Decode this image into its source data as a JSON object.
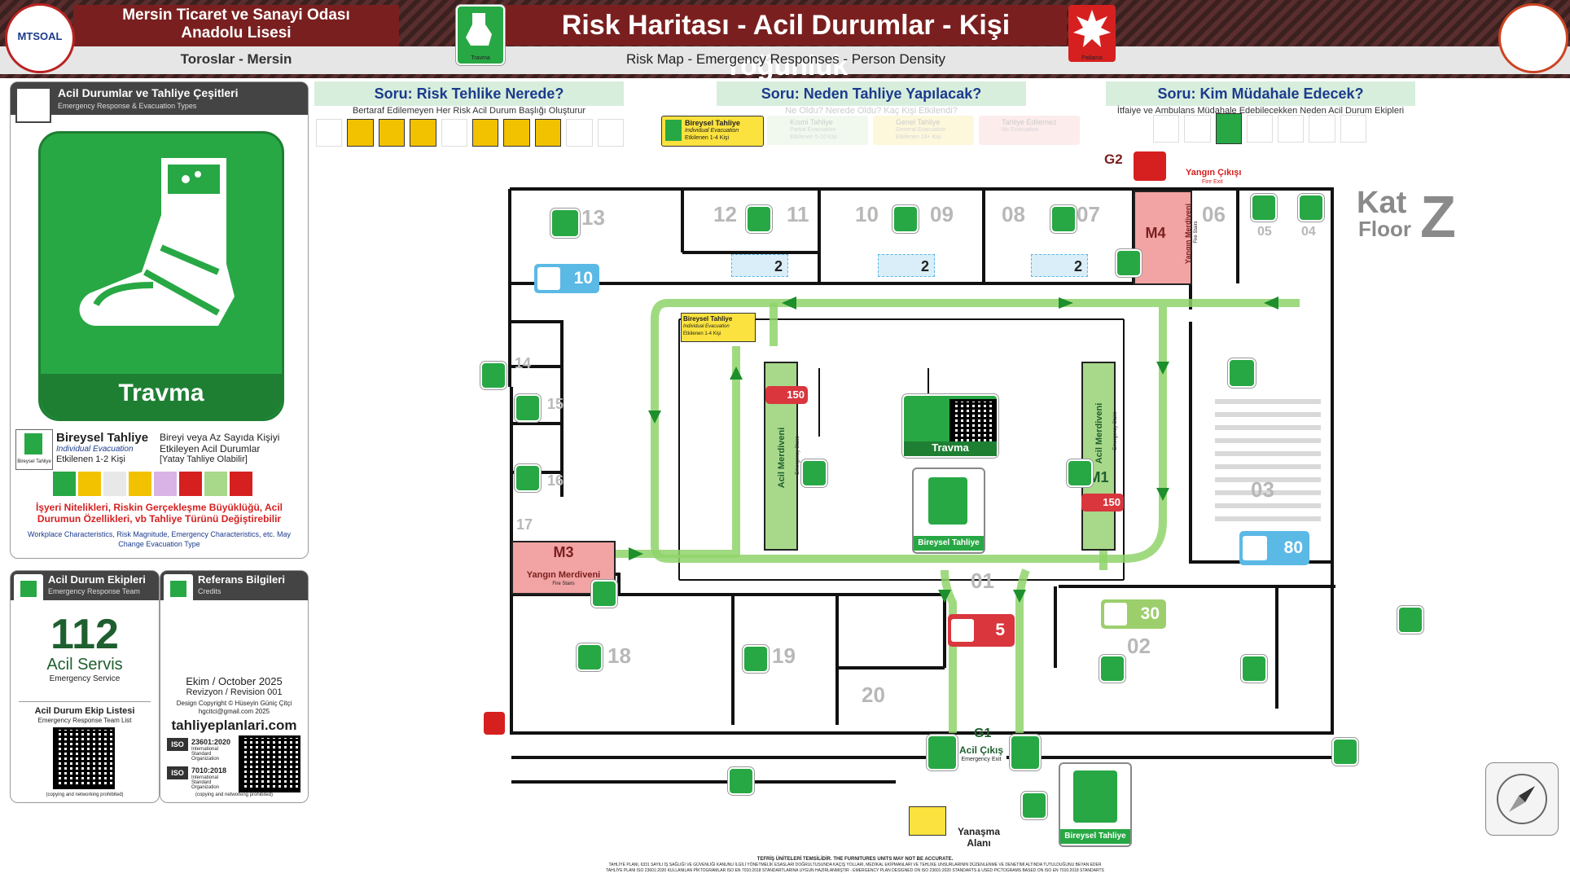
{
  "header": {
    "school_line1": "Mersin Ticaret ve Sanayi Odası",
    "school_line2": "Anadolu Lisesi",
    "location": "Toroslar - Mersin",
    "logo_text": "MTSOAL",
    "title": "Risk Haritası - Acil Durumlar - Kişi Yoğunluk",
    "subtitle": "Risk Map - Emergency Responses - Person Density",
    "left_icon_label": "Travma",
    "right_icon_label": "Patlama"
  },
  "left_panel": {
    "title": "Acil Durumlar ve Tahliye Çeşitleri",
    "subtitle": "Emergency Response & Evacuation Types",
    "big_icon_label": "Travma",
    "evac_title": "Bireysel Tahliye",
    "evac_sub_en": "Individual Evacuation",
    "evac_people": "Etkilenen 1-2 Kişi",
    "evac_icon_label": "Bireysel Tahliye",
    "evac_desc1": "Bireyi veya Az Sayıda Kişiyi",
    "evac_desc2": "Etkileyen Acil Durumlar",
    "evac_desc3": "[Yatay Tahliye Olabilir]",
    "warning_tr": "İşyeri Nitelikleri, Riskin Gerçekleşme Büyüklüğü, Acil Durumun Özellikleri, vb Tahliye Türünü Değiştirebilir",
    "warning_en": "Workplace Characteristics, Risk Magnitude, Emergency Characteristics, etc. May Change Evacuation Type"
  },
  "team_panel": {
    "title": "Acil Durum Ekipleri",
    "subtitle": "Emergency Response Team",
    "number": "112",
    "service": "Acil Servis",
    "service_en": "Emergency Service",
    "list_title": "Acil Durum Ekip Listesi",
    "list_sub": "Emergency Response Team List",
    "footnote": "(copying and networking prohibited)"
  },
  "ref_panel": {
    "title": "Referans Bilgileri",
    "subtitle": "Credits",
    "date": "Ekim / October 2025",
    "revision": "Revizyon / Revision 001",
    "design": "Design Copyright © Hüseyin Güniç Çitçi",
    "email": "hgcitci@gmail.com 2025",
    "website": "tahliyeplanlari.com",
    "iso1": "23601:2020",
    "iso1_sub": "International Standard Organization",
    "iso2": "7010:2018",
    "iso2_sub": "International Standard Organization",
    "footnote": "(copying and networking prohibited)"
  },
  "questions": [
    {
      "title": "Soru: Risk Tehlike Nerede?",
      "sub": "Bertaraf Edilemeyen Her Risk Acil Durum Başlığı Oluşturur"
    },
    {
      "title": "Soru: Neden Tahliye Yapılacak?",
      "sub": "Ne Oldu? Nerede Oldu? Kaç Kişi Etkilendi?"
    },
    {
      "title": "Soru: Kim Müdahale Edecek?",
      "sub": "İtfaiye ve Ambulans Müdahale Edebilecekken Neden Acil Durum Ekipleri Lazım"
    }
  ],
  "evac_types": [
    {
      "label": "Bireysel Tahliye",
      "sub": "Individual Evacuation",
      "people": "Etkilenen 1-4 Kişi",
      "active": true
    },
    {
      "label": "Kısmi Tahliye",
      "sub": "Partial Evacuation",
      "people": "Etkilenen 5-10 Kişi",
      "active": false
    },
    {
      "label": "Genel Tahliye",
      "sub": "General Evacuation",
      "people": "Etkilenen 10+ Kişi",
      "active": false
    },
    {
      "label": "Tahliye Edilemez",
      "sub": "No Evacuation",
      "people": "",
      "active": false
    }
  ],
  "floor": {
    "kat": "Kat",
    "floor_en": "Floor",
    "letter": "Z",
    "rooms": [
      "13",
      "12",
      "11",
      "10",
      "09",
      "08",
      "07",
      "06",
      "05",
      "04",
      "14",
      "15",
      "16",
      "17",
      "18",
      "19",
      "20",
      "03",
      "02",
      "01"
    ],
    "stairs": [
      {
        "id": "M1",
        "label": "Acil Merdiveni",
        "sub": "Emergency Stairs",
        "capacity": "150"
      },
      {
        "id": "M2",
        "label": "Acil Merdiveni",
        "sub": "Emergency Stairs",
        "capacity": "150"
      },
      {
        "id": "M3",
        "label": "Yangın Merdiveni",
        "sub": "Fire Stairs"
      },
      {
        "id": "M4",
        "label": "Yangın Merdiveni",
        "sub": "Fire Stairs"
      }
    ],
    "exits": [
      {
        "id": "G1",
        "label": "Acil Çıkış",
        "sub": "Emergency Exit"
      },
      {
        "id": "G2",
        "label": "Yangın Çıkışı",
        "sub": "Fire Exit"
      }
    ],
    "densities": {
      "r13": "10",
      "r11": "2",
      "r09": "2",
      "r07": "2",
      "r03": "80",
      "r02": "30",
      "r01": "5"
    },
    "center_icon_label": "Travma",
    "center_evac_label": "Bireysel Tahliye",
    "bottom_evac_label": "Bireysel Tahliye",
    "assembly": "Yanaşma Alanı",
    "route_tag_title": "Bireysel Tahliye",
    "route_tag_sub": "Individual Evacuation",
    "route_tag_people": "Etkilenen 1-4 Kişi"
  },
  "footer": {
    "line1": "TEFRİŞ ÜNİTELERİ TEMSİLİDİR. THE FURNITURES UNITS MAY NOT BE ACCURATE.",
    "line2": "TAHLİYE PLANI, 6331 SAYILI İŞ SAĞLIĞI VE GÜVENLİĞİ KANUNU İLGİLİ YÖNETMELİK ESASLARI DOĞRULTUSUNDA KAÇIŞ YOLLARI, MEDİKAL EKİPMANLARI VE TEHLİKE UNSURLARININ DÜZENLENME VE DENETİMİ ALTINDA TUTULDUĞUNU BEYAN EDER",
    "line3": "TAHLİYE PLANI ISO 23601:2020 KULLANILAN PİKTOGRAMLAR ISO EN 7010:2018 STANDARTLARINA UYGUN HAZIRLANMIŞTIR - EMERGENCY PLAN DESIGNED ON ISO 23601:2020 STANDARTS & USED PICTOGRAMS BASED ON ISO EN 7010:2018 STANDARTS"
  },
  "colors": {
    "header_red": "#7a1f1f",
    "safety_green": "#27a844",
    "route_green": "#8fd36a",
    "density_blue": "#5bb9e6",
    "alert_red": "#d9363e"
  }
}
